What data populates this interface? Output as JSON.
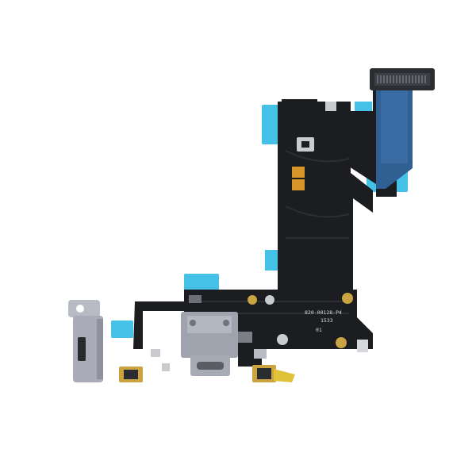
{
  "photo": {
    "subject": "charging-port-flex-cable",
    "colors": {
      "background": "#ffffff",
      "flex_black": "#1c1d20",
      "flex_trace": "#2a2c31",
      "blue_tape": "#45c1e8",
      "connector_blue": "#2f5f93",
      "dock_gray": "#9ea3ad",
      "headphone_gray": "#a9acb8",
      "gold": "#c9a441",
      "copper": "#d8962a",
      "silver": "#c9cbcf"
    },
    "pcb_markings": {
      "line1": "820-00128-P4",
      "line2": "1533",
      "line3": "01"
    }
  }
}
